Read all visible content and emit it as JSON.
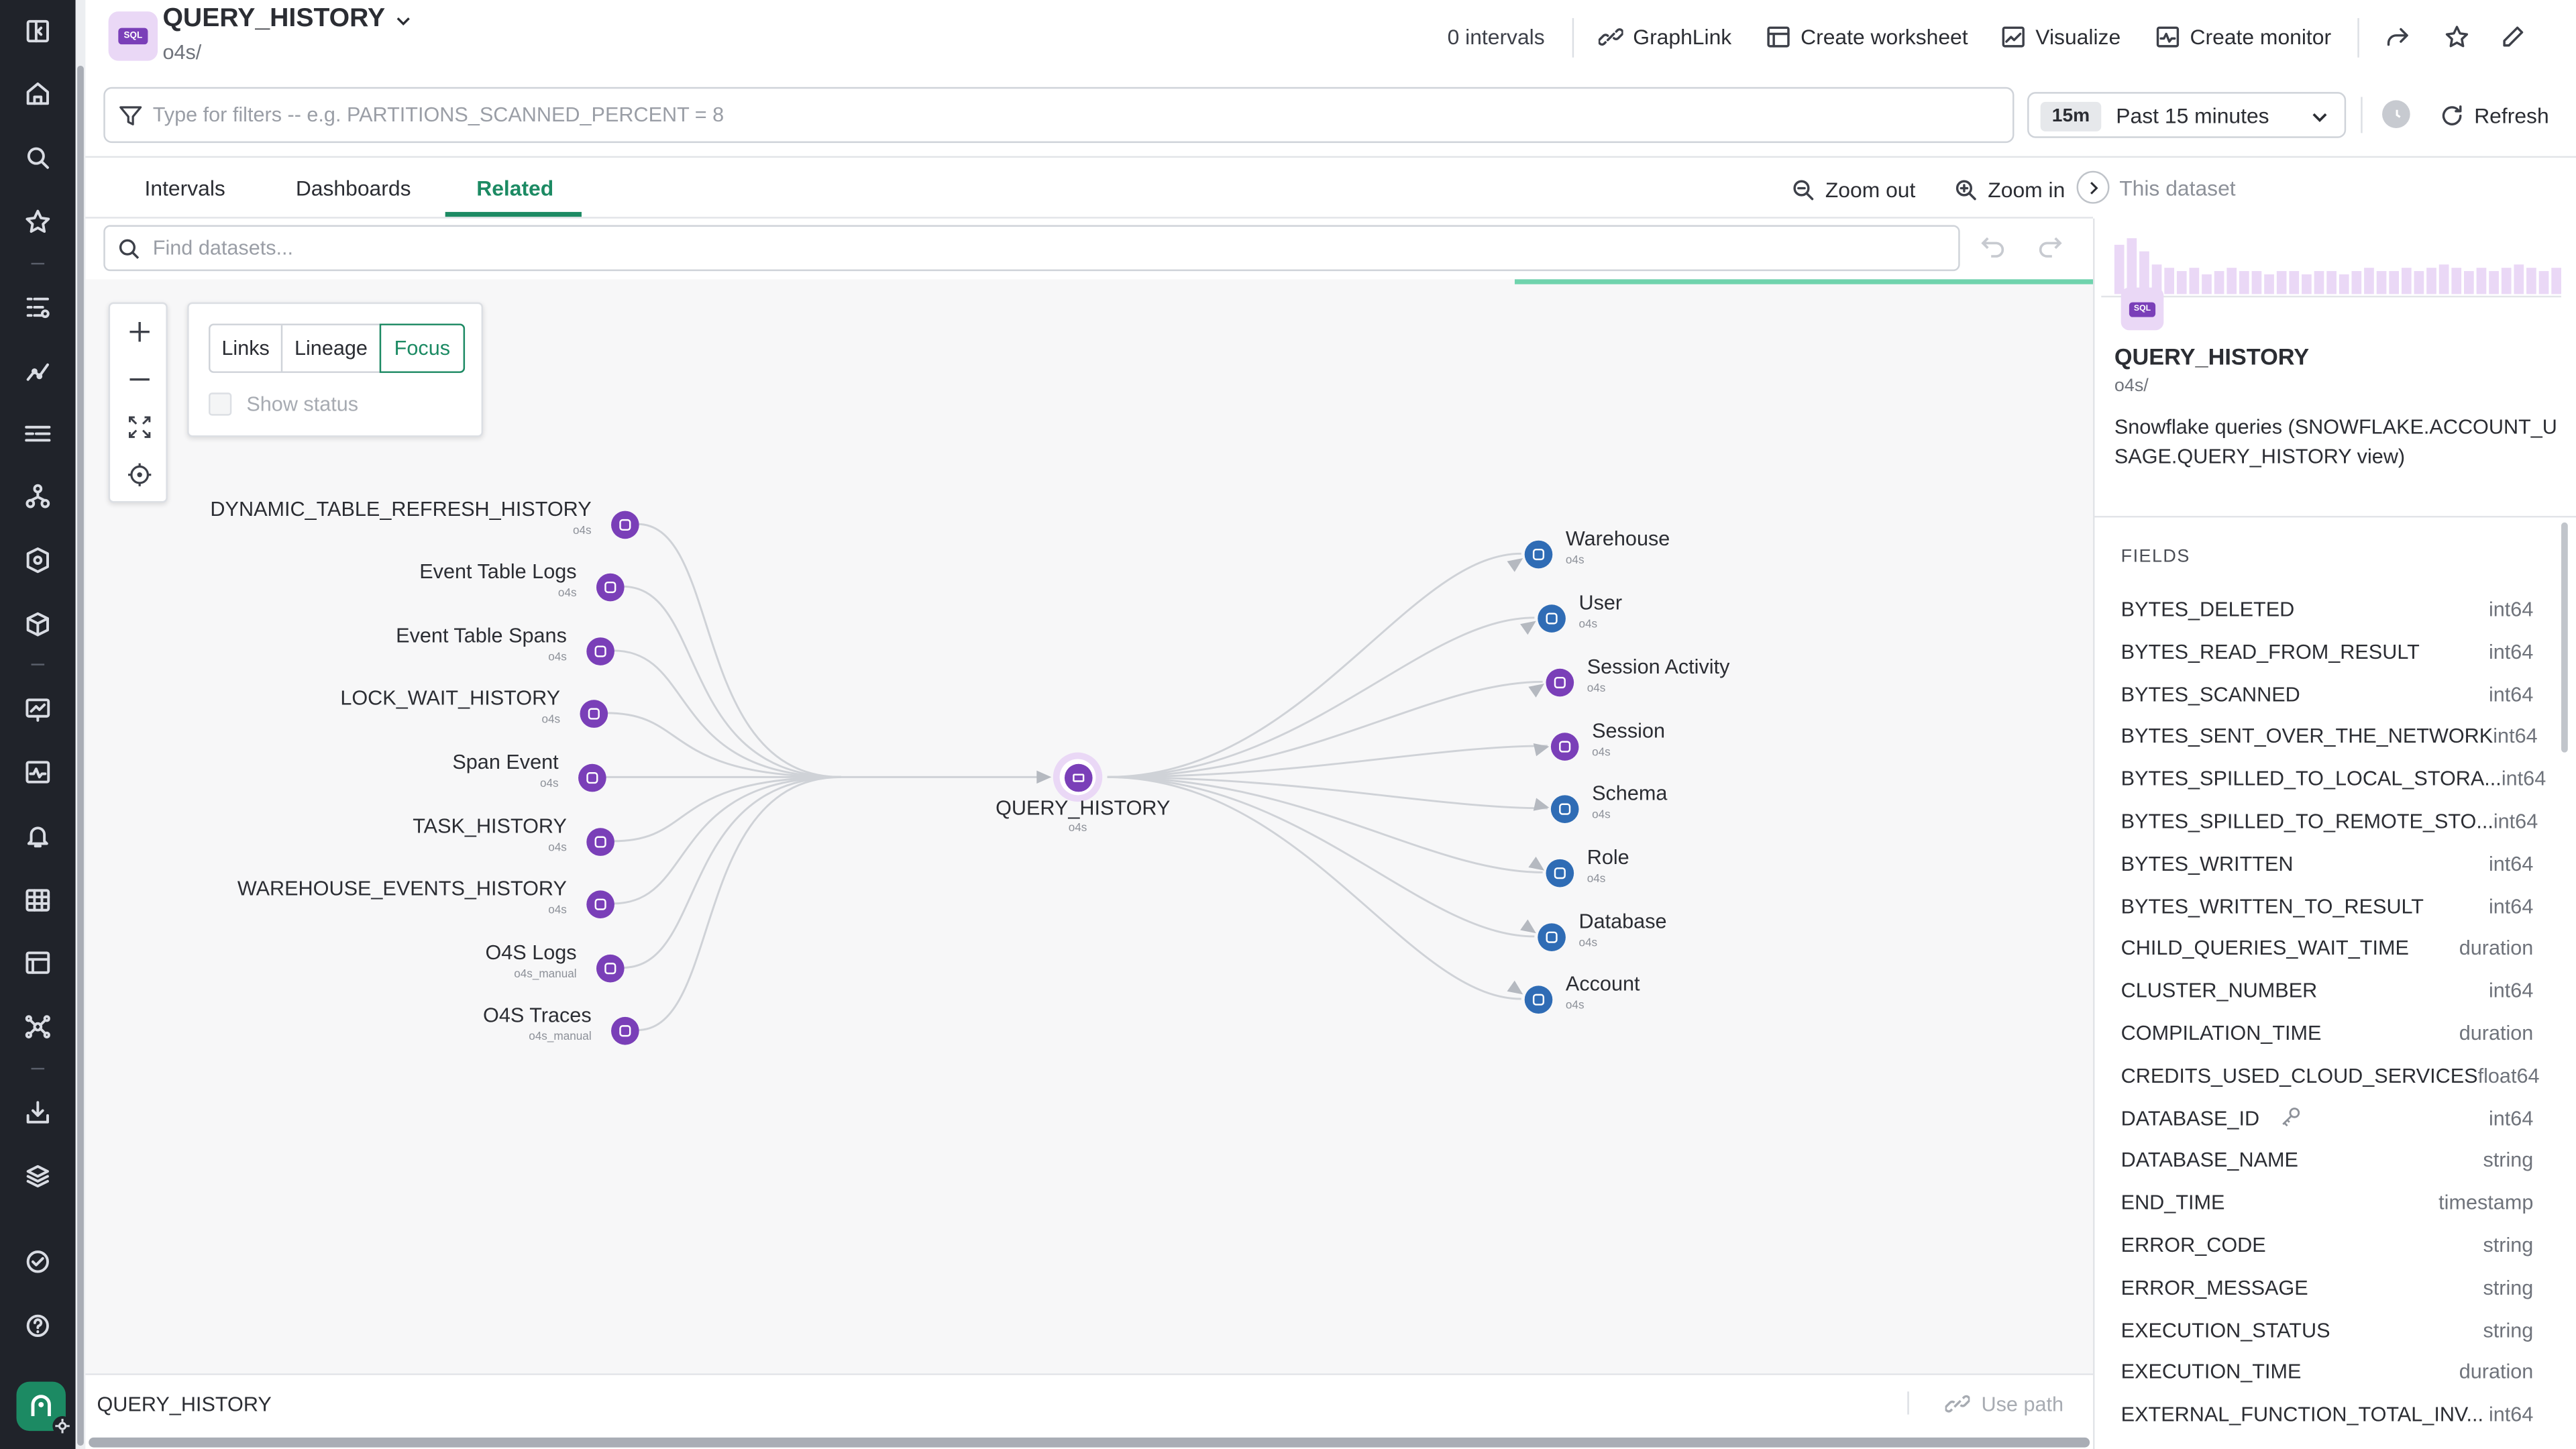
{
  "header": {
    "title": "QUERY_HISTORY",
    "path": "o4s/",
    "badge": "SQL",
    "intervals": "0 intervals",
    "actions": [
      "GraphLink",
      "Create worksheet",
      "Visualize",
      "Create monitor"
    ]
  },
  "filter": {
    "placeholder": "Type for filters -- e.g. PARTITIONS_SCANNED_PERCENT = 8",
    "time_badge": "15m",
    "time_label": "Past 15 minutes",
    "refresh": "Refresh"
  },
  "tabs": [
    {
      "label": "Intervals",
      "active": false
    },
    {
      "label": "Dashboards",
      "active": false
    },
    {
      "label": "Related",
      "active": true
    }
  ],
  "zoom": {
    "out": "Zoom out",
    "in": "Zoom in",
    "this_dataset": "This dataset"
  },
  "search": {
    "placeholder": "Find datasets..."
  },
  "graph_controls": {
    "modes": [
      "Links",
      "Lineage",
      "Focus"
    ],
    "active_mode": "Focus",
    "show_status": "Show status"
  },
  "graph": {
    "center": {
      "label": "QUERY_HISTORY",
      "sub": "o4s"
    },
    "inputs": [
      {
        "label": "DYNAMIC_TABLE_REFRESH_HISTORY",
        "sub": "o4s"
      },
      {
        "label": "Event Table Logs",
        "sub": "o4s"
      },
      {
        "label": "Event Table Spans",
        "sub": "o4s"
      },
      {
        "label": "LOCK_WAIT_HISTORY",
        "sub": "o4s"
      },
      {
        "label": "Span Event",
        "sub": "o4s"
      },
      {
        "label": "TASK_HISTORY",
        "sub": "o4s"
      },
      {
        "label": "WAREHOUSE_EVENTS_HISTORY",
        "sub": "o4s"
      },
      {
        "label": "O4S Logs",
        "sub": "o4s_manual"
      },
      {
        "label": "O4S Traces",
        "sub": "o4s_manual"
      }
    ],
    "outputs": [
      {
        "label": "Warehouse",
        "sub": "o4s",
        "color": "#2f6cb5"
      },
      {
        "label": "User",
        "sub": "o4s",
        "color": "#2f6cb5"
      },
      {
        "label": "Session Activity",
        "sub": "o4s",
        "color": "#7a3fb8"
      },
      {
        "label": "Session",
        "sub": "o4s",
        "color": "#7a3fb8"
      },
      {
        "label": "Schema",
        "sub": "o4s",
        "color": "#2f6cb5"
      },
      {
        "label": "Role",
        "sub": "o4s",
        "color": "#2f6cb5"
      },
      {
        "label": "Database",
        "sub": "o4s",
        "color": "#2f6cb5"
      },
      {
        "label": "Account",
        "sub": "o4s",
        "color": "#2f6cb5"
      }
    ]
  },
  "panel": {
    "badge": "SQL",
    "title": "QUERY_HISTORY",
    "path": "o4s/",
    "description": "Snowflake queries (SNOWFLAKE.ACCOUNT_USAGE.QUERY_HISTORY view)",
    "fields_header": "FIELDS",
    "fields": [
      {
        "name": "BYTES_DELETED",
        "type": "int64"
      },
      {
        "name": "BYTES_READ_FROM_RESULT",
        "type": "int64"
      },
      {
        "name": "BYTES_SCANNED",
        "type": "int64"
      },
      {
        "name": "BYTES_SENT_OVER_THE_NETWORK",
        "type": "int64"
      },
      {
        "name": "BYTES_SPILLED_TO_LOCAL_STORA...",
        "type": "int64"
      },
      {
        "name": "BYTES_SPILLED_TO_REMOTE_STO...",
        "type": "int64"
      },
      {
        "name": "BYTES_WRITTEN",
        "type": "int64"
      },
      {
        "name": "BYTES_WRITTEN_TO_RESULT",
        "type": "int64"
      },
      {
        "name": "CHILD_QUERIES_WAIT_TIME",
        "type": "duration"
      },
      {
        "name": "CLUSTER_NUMBER",
        "type": "int64"
      },
      {
        "name": "COMPILATION_TIME",
        "type": "duration"
      },
      {
        "name": "CREDITS_USED_CLOUD_SERVICES",
        "type": "float64"
      },
      {
        "name": "DATABASE_ID",
        "type": "int64"
      },
      {
        "name": "DATABASE_NAME",
        "type": "string"
      },
      {
        "name": "END_TIME",
        "type": "timestamp"
      },
      {
        "name": "ERROR_CODE",
        "type": "string"
      },
      {
        "name": "ERROR_MESSAGE",
        "type": "string"
      },
      {
        "name": "EXECUTION_STATUS",
        "type": "string"
      },
      {
        "name": "EXECUTION_TIME",
        "type": "duration"
      },
      {
        "name": "EXTERNAL_FUNCTION_TOTAL_INV...",
        "type": "int64"
      }
    ]
  },
  "bottom": {
    "path": "QUERY_HISTORY",
    "use_path": "Use path"
  },
  "colors": {
    "accent": "#1c8a63",
    "sidebar": "#20232a",
    "node_purple": "#7a3fb8",
    "node_blue": "#2f6cb5"
  }
}
